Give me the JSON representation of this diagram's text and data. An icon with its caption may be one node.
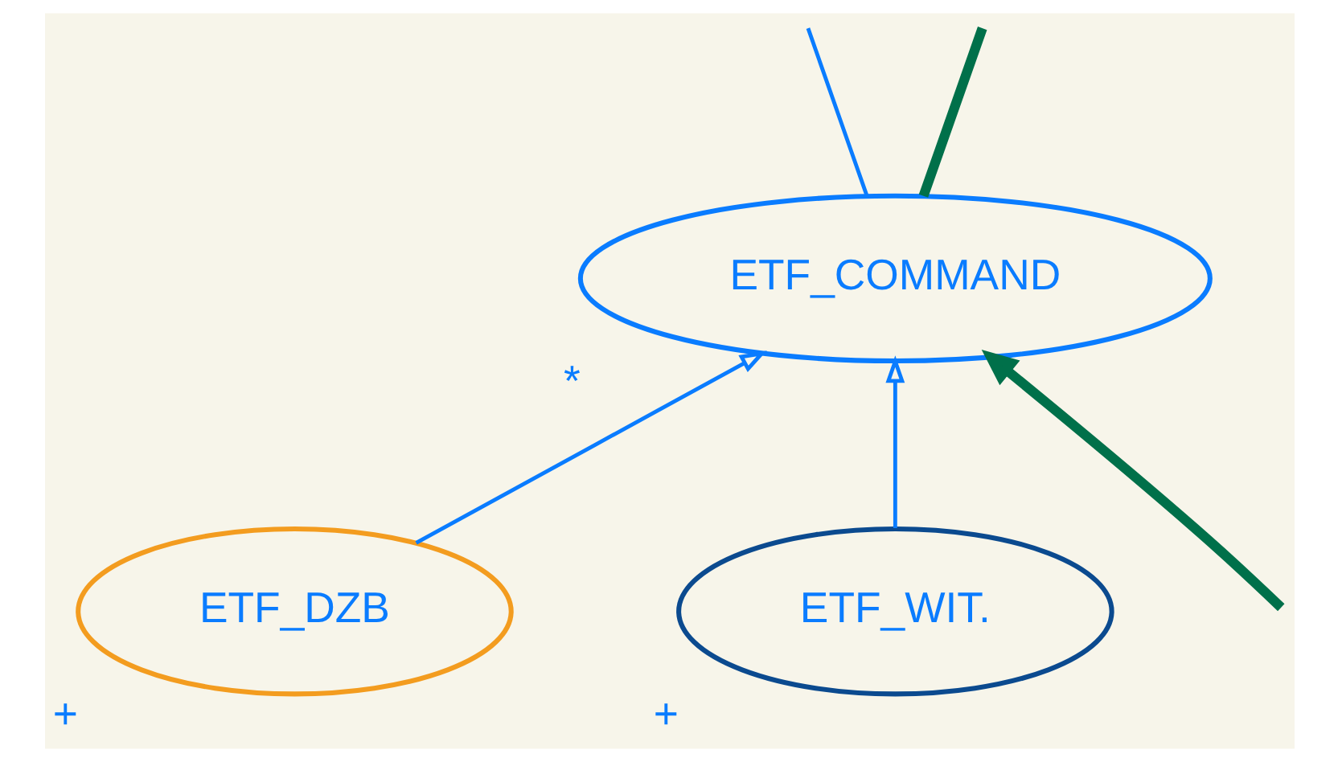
{
  "diagram": {
    "nodes": [
      {
        "text": [
          "ETF_COMMAND"
        ],
        "beside": [
          "*"
        ]
      },
      {
        "text": [
          "ETF_DZB"
        ],
        "beside": [
          "+"
        ]
      },
      {
        "text": [
          "ETF_WIT."
        ],
        "beside": [
          "+"
        ]
      }
    ],
    "edges": [
      {
        "from": 1,
        "to": 0,
        "arrow": "to"
      },
      {
        "from": 2,
        "to": 0,
        "arrow": "to"
      },
      {
        "from": null,
        "to": 0,
        "arrow": "to",
        "color": "#00704a",
        "style": "thick"
      },
      {
        "from": 0,
        "to": null,
        "arrow": "none"
      },
      {
        "from": 0,
        "to": null,
        "arrow": "none",
        "color": "#00704a",
        "style": "thick"
      }
    ]
  }
}
